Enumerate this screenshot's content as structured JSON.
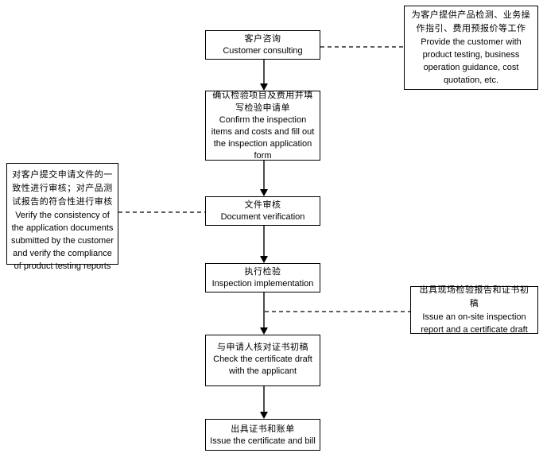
{
  "flowchart": {
    "description": "Inspection and certification process flowchart",
    "colors": {
      "line": "#000000",
      "border": "#000000",
      "background": "#ffffff",
      "text": "#000000"
    },
    "nodes": {
      "customer_consulting": {
        "zh": "客户咨询",
        "en": "Customer consulting"
      },
      "confirm_items": {
        "zh": "确认检验项目及费用并填写检验申请单",
        "en": "Confirm the inspection items and costs and fill out the inspection application form"
      },
      "document_verification": {
        "zh": "文件审核",
        "en": "Document verification"
      },
      "inspection_implementation": {
        "zh": "执行检验",
        "en": "Inspection implementation"
      },
      "check_certificate_draft": {
        "zh": "与申请人核对证书初稿",
        "en": "Check the certificate draft with the applicant"
      },
      "issue_certificate_bill": {
        "zh": "出具证书和账单",
        "en": "Issue the certificate and bill"
      },
      "provide_customer_services": {
        "zh": "为客户提供产品检测、业务操作指引、费用预报价等工作",
        "en": "Provide the customer with product testing, business operation guidance, cost quotation, etc."
      },
      "verify_consistency": {
        "zh": "对客户提交申请文件的一致性进行审核；对产品测试报告的符合性进行审核",
        "en": "Verify the consistency of the application documents submitted by the customer and verify the compliance of product testing reports"
      },
      "issue_onsite_report": {
        "zh": "出具现场检验报告和证书初稿",
        "en": "Issue an on-site inspection report and a certificate draft"
      }
    }
  }
}
